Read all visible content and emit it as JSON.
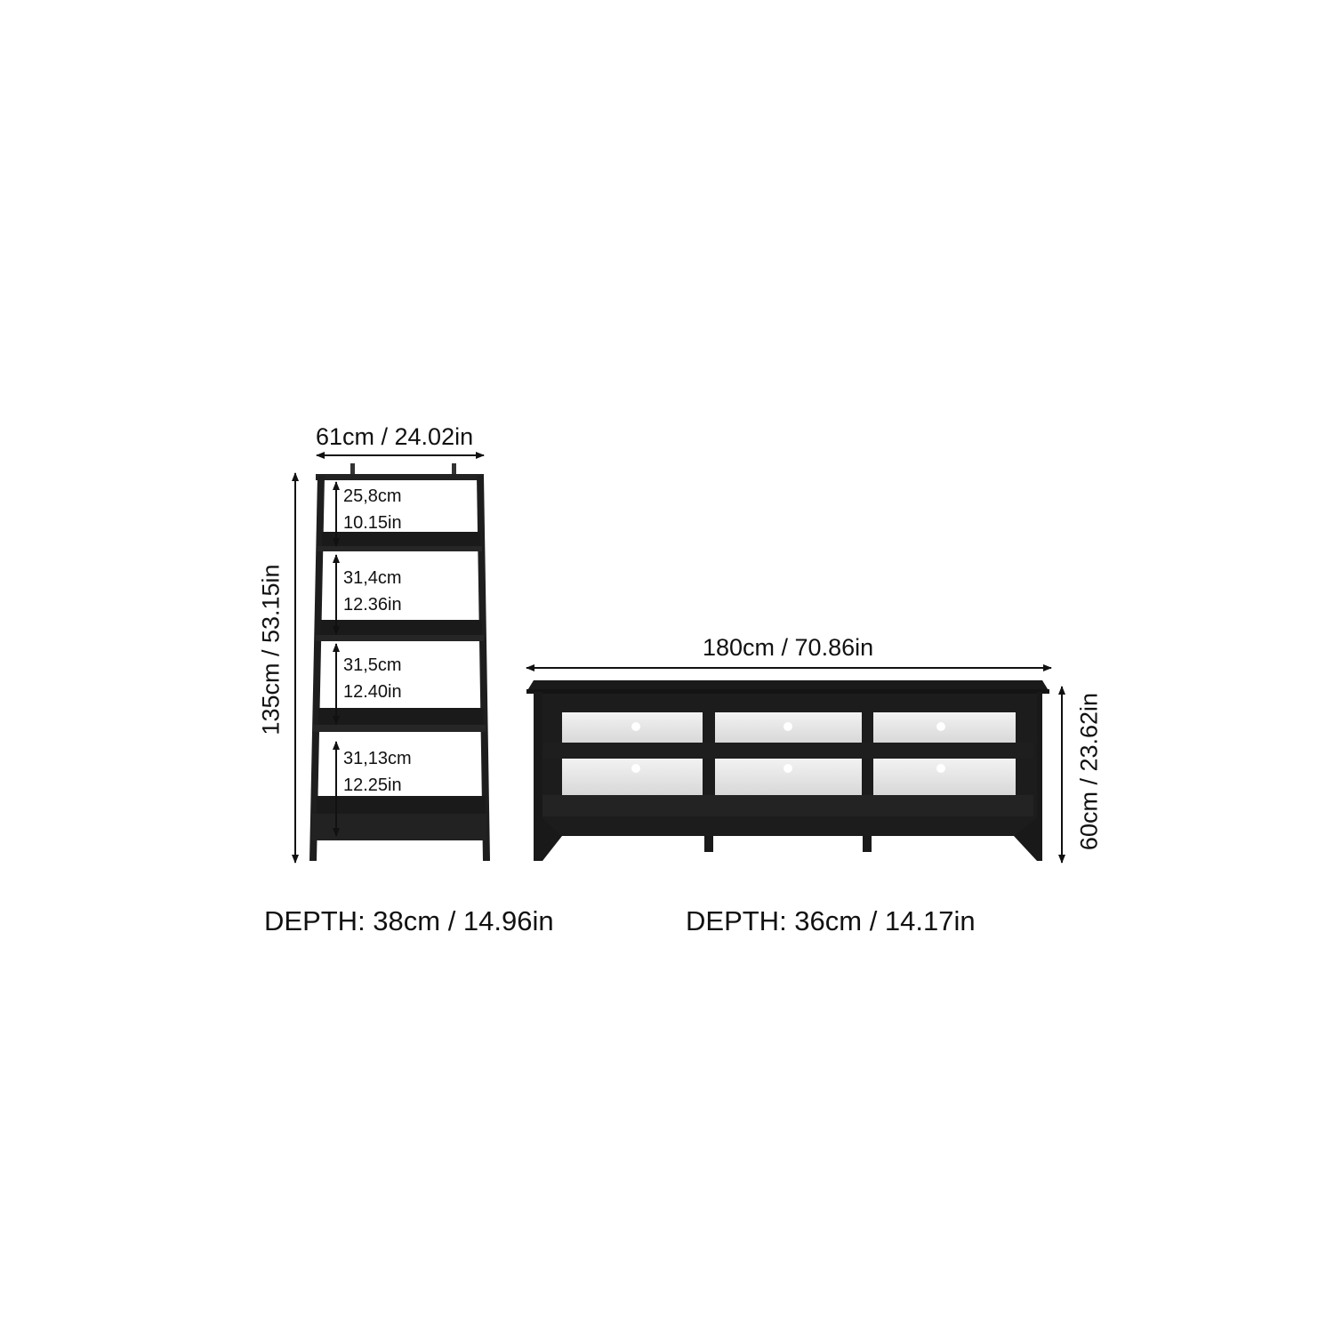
{
  "bookshelf": {
    "width_label": "61cm / 24.02in",
    "height_label": "135cm / 53.15in",
    "depth_label": "DEPTH: 38cm / 14.96in",
    "shelves": [
      {
        "cm": "25,8cm",
        "in": "10.15in"
      },
      {
        "cm": "31,4cm",
        "in": "12.36in"
      },
      {
        "cm": "31,5cm",
        "in": "12.40in"
      },
      {
        "cm": "31,13cm",
        "in": "12.25in"
      }
    ]
  },
  "tv_stand": {
    "width_label": "180cm / 70.86in",
    "height_label": "60cm / 23.62in",
    "depth_label": "DEPTH: 36cm / 14.17in"
  },
  "colors": {
    "furniture": "#1c1c1c",
    "cubby_back": "#e8e8e8",
    "dimension_line": "#111111"
  }
}
